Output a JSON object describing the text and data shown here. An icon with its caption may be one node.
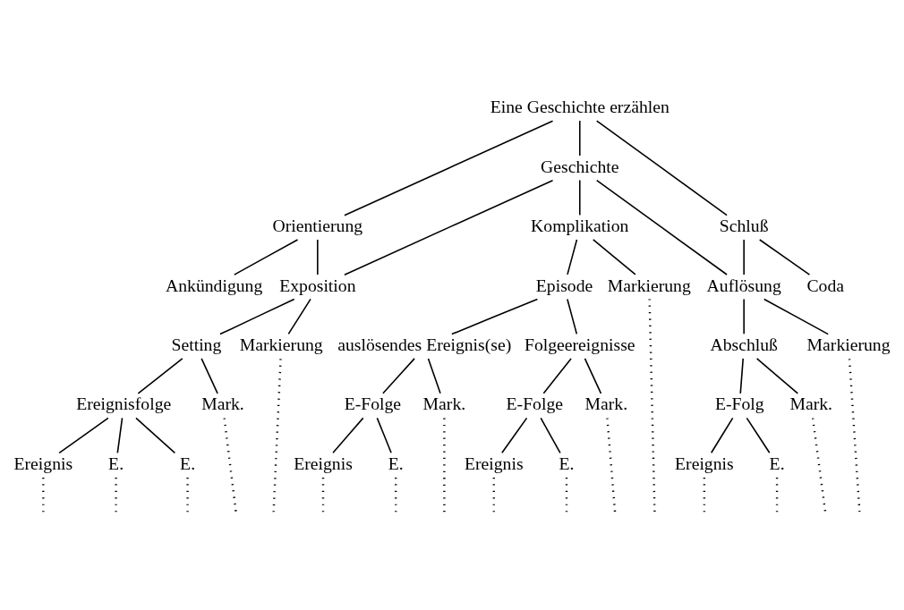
{
  "diagram": {
    "nodes": [
      {
        "text": [
          "Eine Geschichte erzählen"
        ]
      },
      {
        "text": [
          "Orientierung"
        ]
      },
      {
        "text": [
          "Geschichte"
        ]
      },
      {
        "text": [
          "Schluß"
        ]
      },
      {
        "text": [
          "Ankündigung"
        ]
      },
      {
        "text": [
          "Exposition"
        ]
      },
      {
        "text": [
          "Komplikation"
        ]
      },
      {
        "text": [
          "Auflösung"
        ]
      },
      {
        "text": [
          "Coda"
        ]
      },
      {
        "text": [
          "Setting"
        ]
      },
      {
        "text": [
          "Markierung"
        ]
      },
      {
        "text": [
          "Episode"
        ]
      },
      {
        "text": [
          "Markierung"
        ]
      },
      {
        "text": [
          "Abschluß"
        ]
      },
      {
        "text": [
          "Markierung"
        ]
      },
      {
        "text": [
          "auslösendes Ereignis(se)"
        ]
      },
      {
        "text": [
          "Folgeereignisse"
        ]
      },
      {
        "text": [
          "Ereignisfolge"
        ]
      },
      {
        "text": [
          "Mark."
        ]
      },
      {
        "text": [
          "E-Folge"
        ]
      },
      {
        "text": [
          "Mark."
        ]
      },
      {
        "text": [
          "E-Folge"
        ]
      },
      {
        "text": [
          "Mark."
        ]
      },
      {
        "text": [
          "E-Folg"
        ]
      },
      {
        "text": [
          "Mark."
        ]
      },
      {
        "text": [
          "Ereignis"
        ]
      },
      {
        "text": [
          "E."
        ]
      },
      {
        "text": [
          "E."
        ]
      },
      {
        "text": [
          "Ereignis"
        ]
      },
      {
        "text": [
          "E."
        ]
      },
      {
        "text": [
          "Ereignis"
        ]
      },
      {
        "text": [
          "E."
        ]
      },
      {
        "text": [
          "Ereignis"
        ]
      },
      {
        "text": [
          "E."
        ]
      }
    ],
    "edges": [
      {
        "from": 0,
        "to": 1,
        "arrow": "none"
      },
      {
        "from": 0,
        "to": 2,
        "arrow": "none"
      },
      {
        "from": 0,
        "to": 3,
        "arrow": "none"
      },
      {
        "from": 1,
        "to": 4,
        "arrow": "none"
      },
      {
        "from": 1,
        "to": 5,
        "arrow": "none"
      },
      {
        "from": 2,
        "to": 5,
        "arrow": "none"
      },
      {
        "from": 2,
        "to": 6,
        "arrow": "none"
      },
      {
        "from": 2,
        "to": 7,
        "arrow": "none"
      },
      {
        "from": 3,
        "to": 7,
        "arrow": "none"
      },
      {
        "from": 3,
        "to": 8,
        "arrow": "none"
      },
      {
        "from": 5,
        "to": 9,
        "arrow": "none"
      },
      {
        "from": 5,
        "to": 10,
        "arrow": "none"
      },
      {
        "from": 6,
        "to": 11,
        "arrow": "none"
      },
      {
        "from": 6,
        "to": 12,
        "arrow": "none"
      },
      {
        "from": 7,
        "to": 13,
        "arrow": "none"
      },
      {
        "from": 7,
        "to": 14,
        "arrow": "none"
      },
      {
        "from": 9,
        "to": 17,
        "arrow": "none"
      },
      {
        "from": 9,
        "to": 18,
        "arrow": "none"
      },
      {
        "from": 11,
        "to": 15,
        "arrow": "none"
      },
      {
        "from": 11,
        "to": 16,
        "arrow": "none"
      },
      {
        "from": 13,
        "to": 23,
        "arrow": "none"
      },
      {
        "from": 13,
        "to": 24,
        "arrow": "none"
      },
      {
        "from": 15,
        "to": 19,
        "arrow": "none"
      },
      {
        "from": 15,
        "to": 20,
        "arrow": "none"
      },
      {
        "from": 16,
        "to": 21,
        "arrow": "none"
      },
      {
        "from": 16,
        "to": 22,
        "arrow": "none"
      },
      {
        "from": 17,
        "to": 25,
        "arrow": "none"
      },
      {
        "from": 17,
        "to": 26,
        "arrow": "none"
      },
      {
        "from": 17,
        "to": 27,
        "arrow": "none"
      },
      {
        "from": 19,
        "to": 28,
        "arrow": "none"
      },
      {
        "from": 19,
        "to": 29,
        "arrow": "none"
      },
      {
        "from": 21,
        "to": 30,
        "arrow": "none"
      },
      {
        "from": 21,
        "to": 31,
        "arrow": "none"
      },
      {
        "from": 23,
        "to": 32,
        "arrow": "none"
      },
      {
        "from": 23,
        "to": 33,
        "arrow": "none"
      },
      {
        "from": 10,
        "to": null,
        "arrow": "none",
        "style": "dashed"
      },
      {
        "from": 12,
        "to": null,
        "arrow": "none",
        "style": "dashed"
      },
      {
        "from": 14,
        "to": null,
        "arrow": "none",
        "style": "dashed"
      },
      {
        "from": 18,
        "to": null,
        "arrow": "none",
        "style": "dashed"
      },
      {
        "from": 20,
        "to": null,
        "arrow": "none",
        "style": "dashed"
      },
      {
        "from": 22,
        "to": null,
        "arrow": "none",
        "style": "dashed"
      },
      {
        "from": 24,
        "to": null,
        "arrow": "none",
        "style": "dashed"
      },
      {
        "from": 25,
        "to": null,
        "arrow": "none",
        "style": "dashed"
      },
      {
        "from": 26,
        "to": null,
        "arrow": "none",
        "style": "dashed"
      },
      {
        "from": 27,
        "to": null,
        "arrow": "none",
        "style": "dashed"
      },
      {
        "from": 28,
        "to": null,
        "arrow": "none",
        "style": "dashed"
      },
      {
        "from": 29,
        "to": null,
        "arrow": "none",
        "style": "dashed"
      },
      {
        "from": 30,
        "to": null,
        "arrow": "none",
        "style": "dashed"
      },
      {
        "from": 31,
        "to": null,
        "arrow": "none",
        "style": "dashed"
      },
      {
        "from": 32,
        "to": null,
        "arrow": "none",
        "style": "dashed"
      },
      {
        "from": 33,
        "to": null,
        "arrow": "none",
        "style": "dashed"
      }
    ]
  }
}
